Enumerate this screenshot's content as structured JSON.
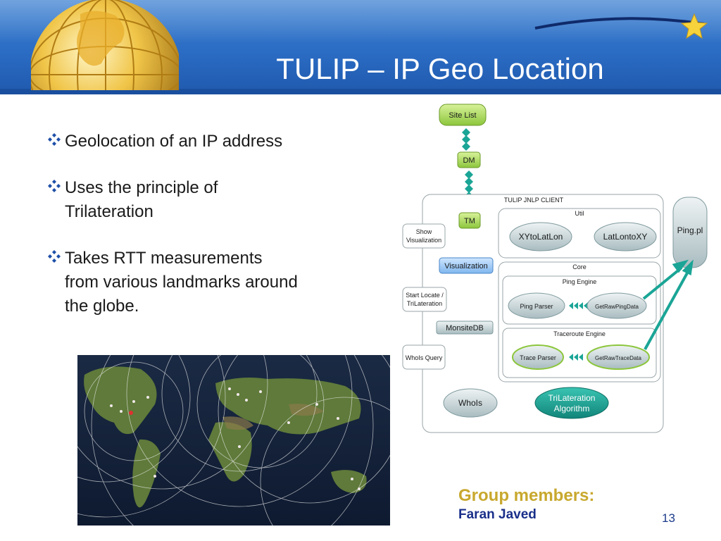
{
  "slide": {
    "title": "TULIP – IP Geo Location",
    "bullets": [
      {
        "text": "Geolocation of an IP address"
      },
      {
        "text": "Uses the principle of\nTrilateration"
      },
      {
        "text": "Takes RTT measurements\nfrom various landmarks around\nthe globe."
      }
    ],
    "group_label": "Group members:",
    "member": "Faran Javed",
    "page_number": "13"
  },
  "diagram": {
    "site_list": "Site List",
    "dm": "DM",
    "tm": "TM",
    "client": "TULIP JNLP CLIENT",
    "util": "Util",
    "xy_to_latlon": "XYtoLatLon",
    "latlon_to_xy": "LatLontoXY",
    "ping_pl": "Ping.pl",
    "show_visualization_1": "Show",
    "show_visualization_2": "Visualization",
    "visualization": "Visualization",
    "core": "Core",
    "ping_engine": "Ping Engine",
    "ping_parser": "Ping Parser",
    "get_raw_ping_data": "GetRawPingData",
    "start_locate_1": "Start Locate /",
    "start_locate_2": "TriLateration",
    "monsite_db": "MonsiteDB",
    "traceroute_engine": "Traceroute Engine",
    "trace_parser": "Trace Parser",
    "get_raw_trace_data": "GetRawTraceData",
    "whois_query": "WhoIs Query",
    "whois": "WhoIs",
    "trilateration_1": "TriLateration",
    "trilateration_2": "Algorithm"
  },
  "colors": {
    "header": "#2b6cc4",
    "gold": "#c8a82e",
    "member": "#1a2f8a",
    "green_node": "#9ad14a",
    "teal": "#1aa596"
  }
}
